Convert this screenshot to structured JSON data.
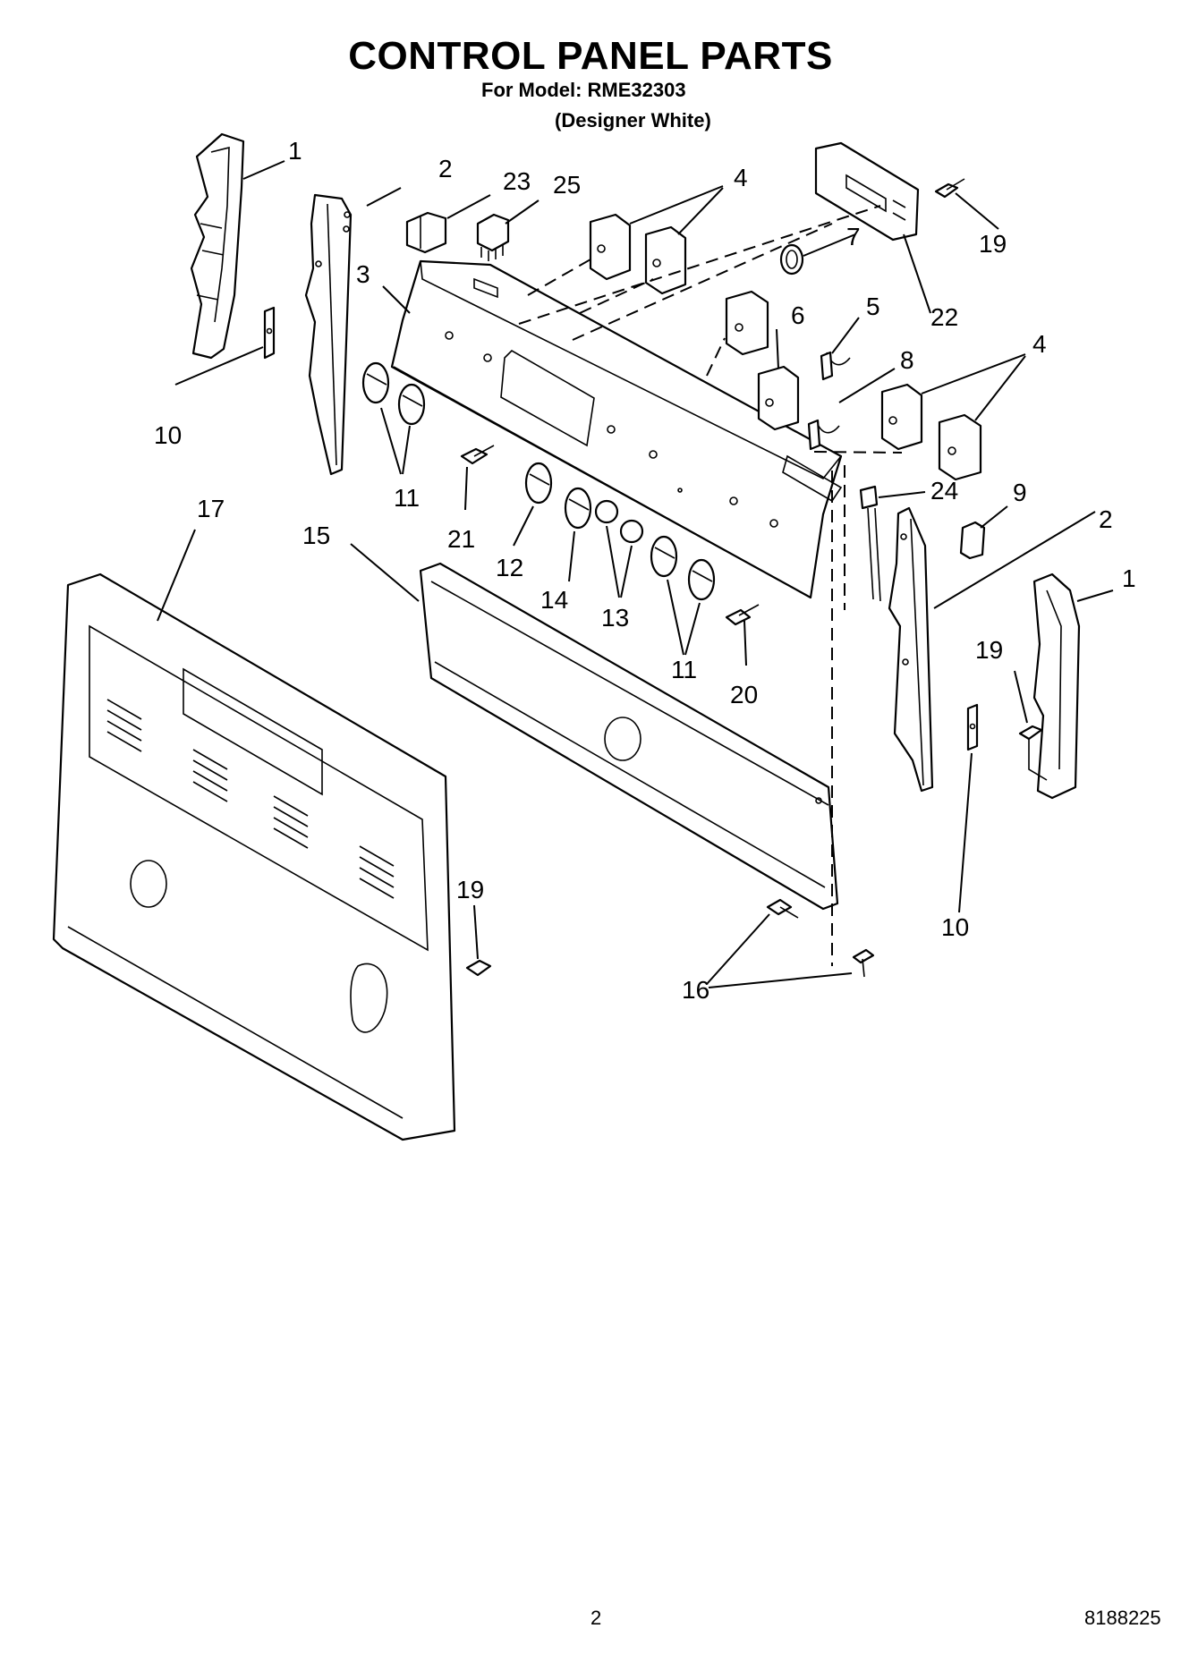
{
  "header": {
    "title": "CONTROL PANEL PARTS",
    "model_line": "For Model: RME32303",
    "variant_line": "(Designer White)"
  },
  "callouts": {
    "c1a": "1",
    "c1b": "1",
    "c2a": "2",
    "c2b": "2",
    "c3": "3",
    "c4a": "4",
    "c4b": "4",
    "c5": "5",
    "c6": "6",
    "c7": "7",
    "c8": "8",
    "c9": "9",
    "c10a": "10",
    "c10b": "10",
    "c11a": "11",
    "c11b": "11",
    "c12": "12",
    "c13": "13",
    "c14": "14",
    "c15": "15",
    "c16": "16",
    "c17": "17",
    "c19a": "19",
    "c19b": "19",
    "c19c": "19",
    "c20": "20",
    "c21": "21",
    "c22": "22",
    "c23": "23",
    "c24": "24",
    "c25": "25"
  },
  "footer": {
    "page_number": "2",
    "document_number": "8188225"
  }
}
